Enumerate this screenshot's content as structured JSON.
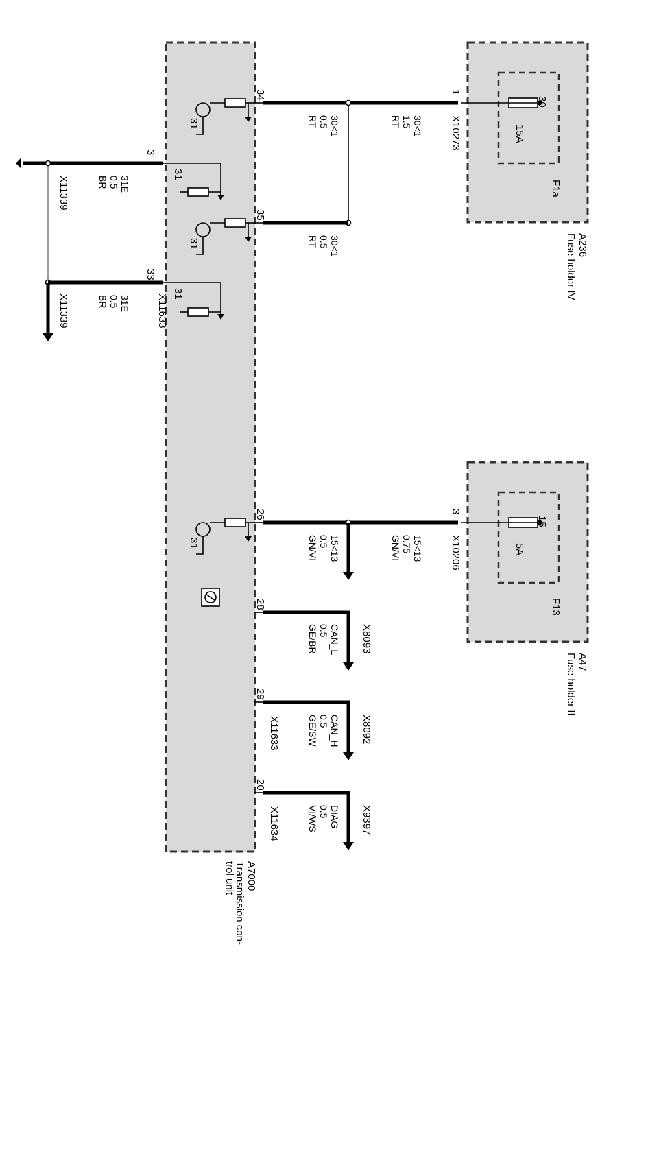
{
  "modules": {
    "a236": {
      "id": "A236",
      "name": "Fuse holder IV",
      "fuse_id": "F1a",
      "fuse_rating": "15A",
      "fuse_pin": "30"
    },
    "a47": {
      "id": "A47",
      "name": "Fuse holder II",
      "fuse_id": "F13",
      "fuse_rating": "5A",
      "fuse_pin": "15"
    },
    "a7000": {
      "id": "A7000",
      "name_line1": "Transmission con-",
      "name_line2": "trol unit",
      "ground": "31"
    }
  },
  "pins": {
    "p34": "34",
    "p35": "35",
    "p3": "3",
    "p33": "33",
    "p26": "26",
    "p28": "28",
    "p29": "29",
    "p20": "20",
    "f1": "1",
    "f3": "3"
  },
  "connectors": {
    "x10273": "X10273",
    "x10206": "X10206",
    "x11633": "X11633",
    "x11633b": "X11633",
    "x11634": "X11634",
    "x11339a": "X11339",
    "x11339b": "X11339",
    "x8093": "X8093",
    "x8092": "X8092",
    "x9397": "X9397"
  },
  "wires": {
    "w_30_top": {
      "signal": "30<1",
      "size": "1.5",
      "color": "RT"
    },
    "w_30_34": {
      "signal": "30<1",
      "size": "0.5",
      "color": "RT"
    },
    "w_30_35": {
      "signal": "30<1",
      "size": "0.5",
      "color": "RT"
    },
    "w_31_a": {
      "signal": "31E",
      "size": "0.5",
      "color": "BR"
    },
    "w_31_b": {
      "signal": "31E",
      "size": "0.5",
      "color": "BR"
    },
    "w_15_top": {
      "signal": "15<13",
      "size": "0.75",
      "color": "GN/VI"
    },
    "w_15_26": {
      "signal": "15<13",
      "size": "0.5",
      "color": "GN/VI"
    },
    "w_canl": {
      "signal": "CAN_L",
      "size": "0.5",
      "color": "GE/BR"
    },
    "w_canh": {
      "signal": "CAN_H",
      "size": "0.5",
      "color": "GE/SW"
    },
    "w_diag": {
      "signal": "DIAG",
      "size": "0.5",
      "color": "VI/WS"
    }
  }
}
